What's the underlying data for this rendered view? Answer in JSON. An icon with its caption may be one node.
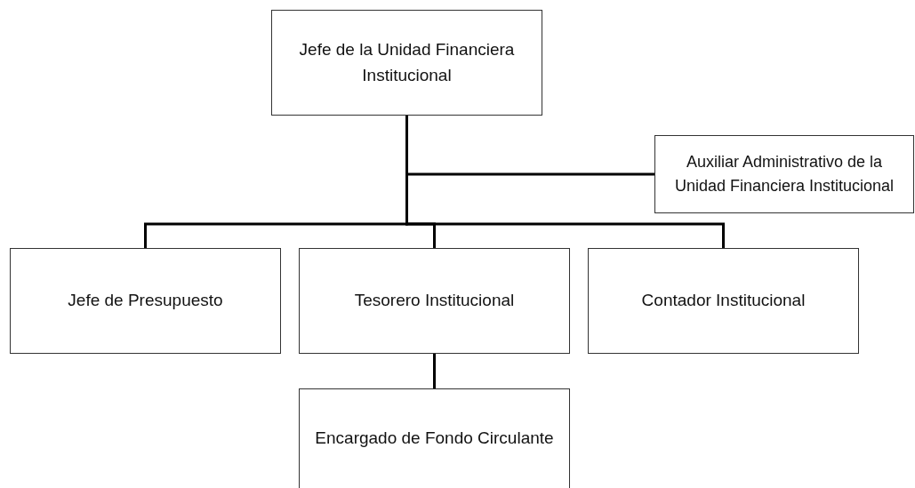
{
  "diagram": {
    "nodes": [
      {
        "text": [
          "Jefe de la Unidad Financiera Institucional"
        ]
      },
      {
        "text": [
          "Auxiliar Administrativo de la Unidad Financiera Institucional"
        ]
      },
      {
        "text": [
          "Jefe de Presupuesto"
        ]
      },
      {
        "text": [
          "Tesorero Institucional"
        ]
      },
      {
        "text": [
          "Contador Institucional"
        ]
      },
      {
        "text": [
          "Encargado de Fondo Circulante"
        ]
      }
    ],
    "edges": [
      {
        "from": 0,
        "to": 1,
        "arrow": "none"
      },
      {
        "from": 0,
        "to": 2,
        "arrow": "none"
      },
      {
        "from": 0,
        "to": 3,
        "arrow": "none"
      },
      {
        "from": 0,
        "to": 4,
        "arrow": "none"
      },
      {
        "from": 3,
        "to": 5,
        "arrow": "none"
      }
    ]
  }
}
